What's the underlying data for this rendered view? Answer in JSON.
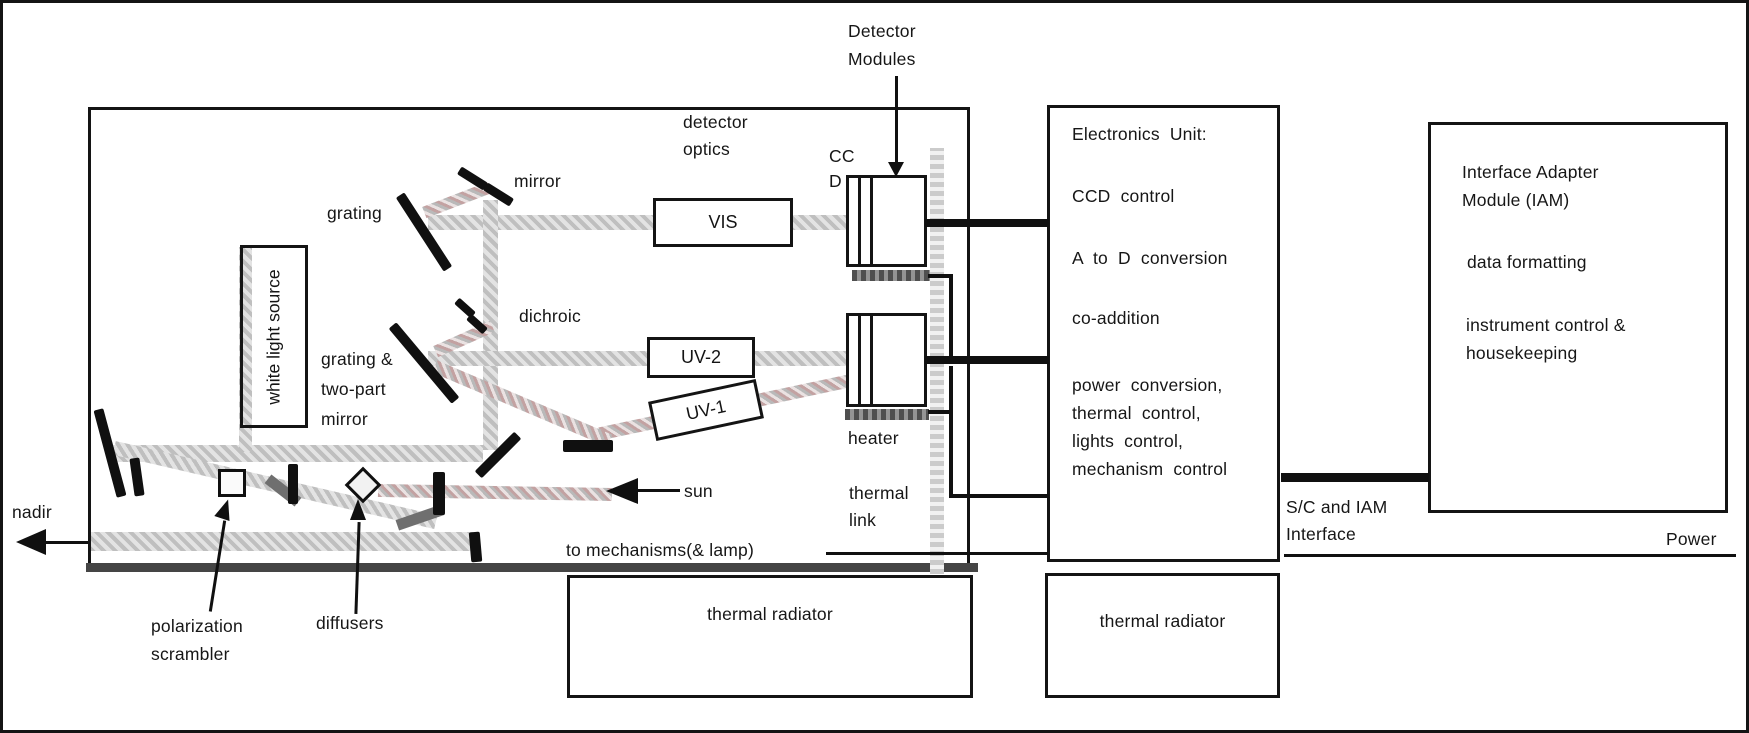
{
  "labels": {
    "detector_modules": "Detector\nModules",
    "detector_optics": "detector\noptics",
    "ccd": "CC\nD",
    "mirror": "mirror",
    "grating": "grating",
    "dichroic": "dichroic",
    "white_light_source": "white light source",
    "grating_two_part_mirror": "grating &\ntwo-part\nmirror",
    "heater": "heater",
    "thermal_link": "thermal\nlink",
    "sun": "sun",
    "nadir": "nadir",
    "to_mechanisms": "to mechanisms(& lamp)",
    "polarization_scrambler": "polarization\nscrambler",
    "diffusers": "diffusers",
    "thermal_radiator_left": "thermal radiator",
    "thermal_radiator_right": "thermal radiator",
    "sc_iam_interface": "S/C and IAM\nInterface",
    "power": "Power"
  },
  "optics_boxes": {
    "vis": "VIS",
    "uv2": "UV-2",
    "uv1": "UV-1"
  },
  "electronics_unit": {
    "title": "Electronics Unit:",
    "functions": [
      "CCD control",
      "A to D conversion",
      "co-addition",
      "power conversion,\nthermal control,\nlights control,\nmechanism control"
    ]
  },
  "iam": {
    "title": "Interface Adapter\nModule (IAM)",
    "functions": [
      "data formatting",
      "instrument control &\nhousekeeping"
    ]
  },
  "colors": {
    "line_black": "#141414",
    "beam_gray": "#bfbfbf",
    "beam_pink": "#c3a2a2",
    "thermal_strip": "#cbcbcb",
    "bench_bottom": "#454545"
  }
}
